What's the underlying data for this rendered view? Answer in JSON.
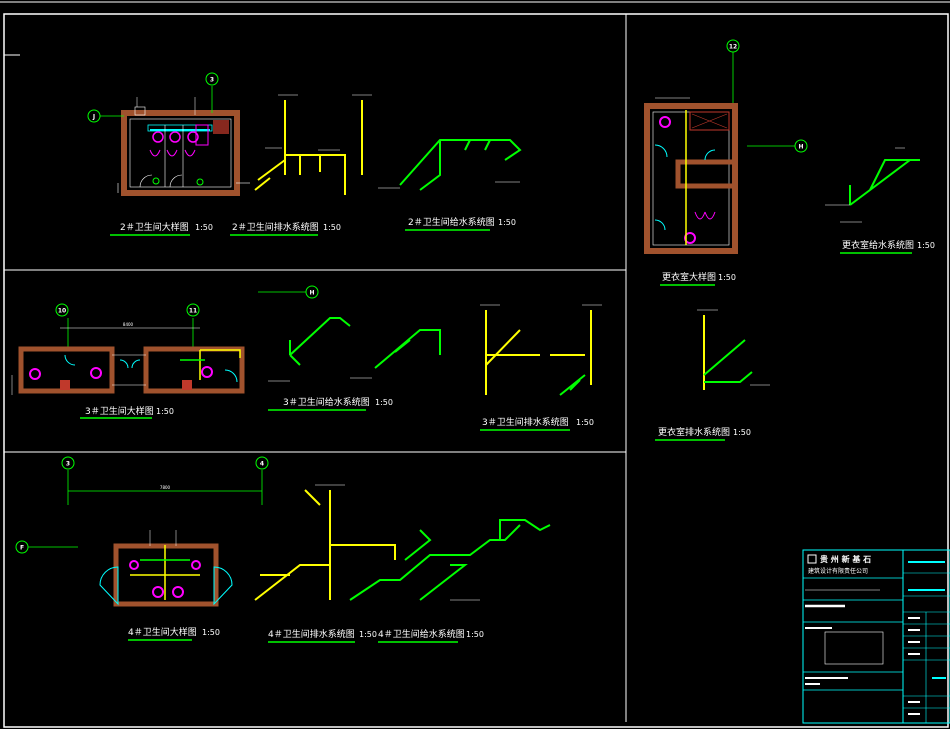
{
  "colors": {
    "background": "#000000",
    "frame": "#ffffff",
    "wall": "#a0522d",
    "hatch": "#c0392b",
    "fixture": "#ff00ff",
    "door": "#00ffff",
    "supply": "#00ff00",
    "drain": "#ffff00",
    "dimension": "#00ff00",
    "titleblock": "#00ffff"
  },
  "drawings": {
    "wc2_plan": {
      "title": "2＃卫生间大样图",
      "scale": "1:50"
    },
    "wc2_drain": {
      "title": "2＃卫生间排水系统图",
      "scale": "1:50"
    },
    "wc2_supply": {
      "title": "2＃卫生间给水系统图",
      "scale": "1:50"
    },
    "wc3_plan": {
      "title": "3＃卫生间大样图",
      "scale": "1:50"
    },
    "wc3_supply": {
      "title": "3＃卫生间给水系统图",
      "scale": "1:50"
    },
    "wc3_drain": {
      "title": "3＃卫生间排水系统图",
      "scale": "1:50"
    },
    "locker_plan": {
      "title": "更衣室大样图",
      "scale": "1:50"
    },
    "locker_supply": {
      "title": "更衣室给水系统图",
      "scale": "1:50"
    },
    "locker_drain": {
      "title": "更衣室排水系统图",
      "scale": "1:50"
    },
    "wc4_plan": {
      "title": "4＃卫生间大样图",
      "scale": "1:50"
    },
    "wc4_drain": {
      "title": "4＃卫生间排水系统图",
      "scale": "1:50"
    },
    "wc4_supply": {
      "title": "4＃卫生间给水系统图",
      "scale": "1:50"
    }
  },
  "grid_bubbles": {
    "b3_top": "3",
    "bJ": "J",
    "b10": "10",
    "b11": "11",
    "b12": "12",
    "bH_locker": "H",
    "bH_mid": "H",
    "b3_bottom": "3",
    "b4": "4",
    "bF": "F"
  },
  "dimensions": {
    "wc3_span": "8400",
    "wc4_span": "7800"
  },
  "title_block": {
    "company_line1": "贵 州 新 基 石",
    "company_line2": "建筑设计有限责任公司"
  }
}
